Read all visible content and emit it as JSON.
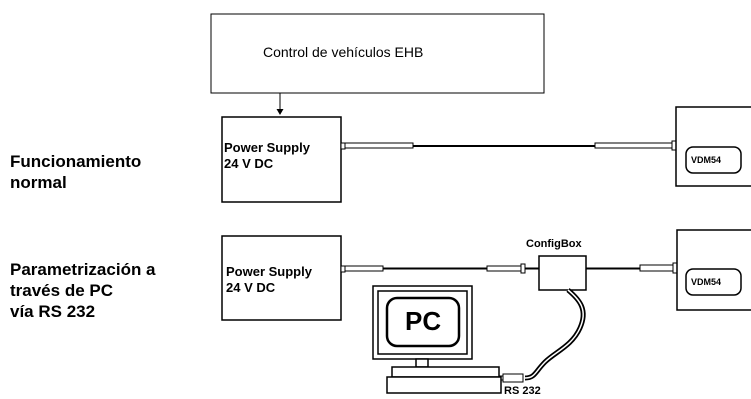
{
  "control_box": {
    "label": "Control de vehículos EHB"
  },
  "row_normal": {
    "label_line1": "Funcionamiento",
    "label_line2": "normal",
    "power_line1": "Power Supply",
    "power_line2": "24 V DC",
    "vdm_label": "VDM54"
  },
  "row_pc": {
    "label_line1": "Parametrización a",
    "label_line2": "través de PC",
    "label_line3": "vía RS 232",
    "power_line1": "Power Supply",
    "power_line2": "24 V DC",
    "configbox_label": "ConfigBox",
    "vdm_label": "VDM54",
    "pc_label": "PC",
    "rs232_label": "RS 232"
  }
}
